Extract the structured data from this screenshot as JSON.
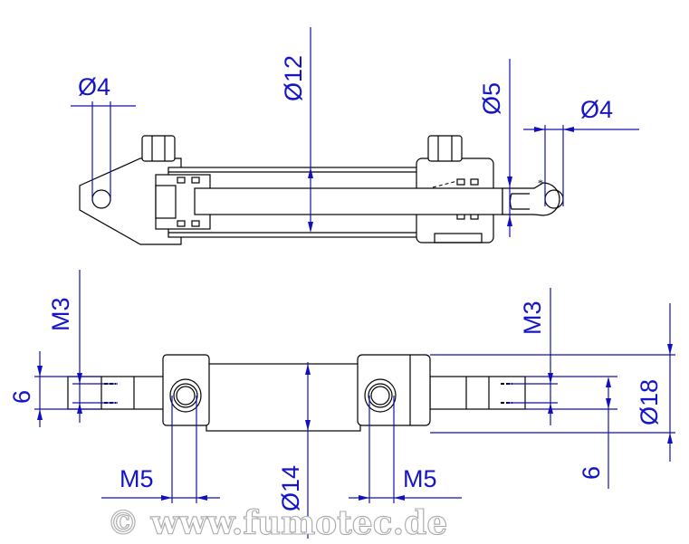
{
  "top_view": {
    "dim_left_eye": "Ø4",
    "dim_bore": "Ø12",
    "dim_rod": "Ø5",
    "dim_right_eye": "Ø4"
  },
  "bottom_view": {
    "dim_left_height": "6",
    "dim_left_thread": "M3",
    "dim_left_port": "M5",
    "dim_body": "Ø14",
    "dim_right_port": "M5",
    "dim_right_thread": "M3",
    "dim_outer": "Ø18",
    "dim_right_height": "6"
  },
  "watermark": "© www.fumotec.de",
  "colors": {
    "dimension": "#1414c8",
    "outline": "#000000",
    "watermark": "#a8a8a8"
  }
}
